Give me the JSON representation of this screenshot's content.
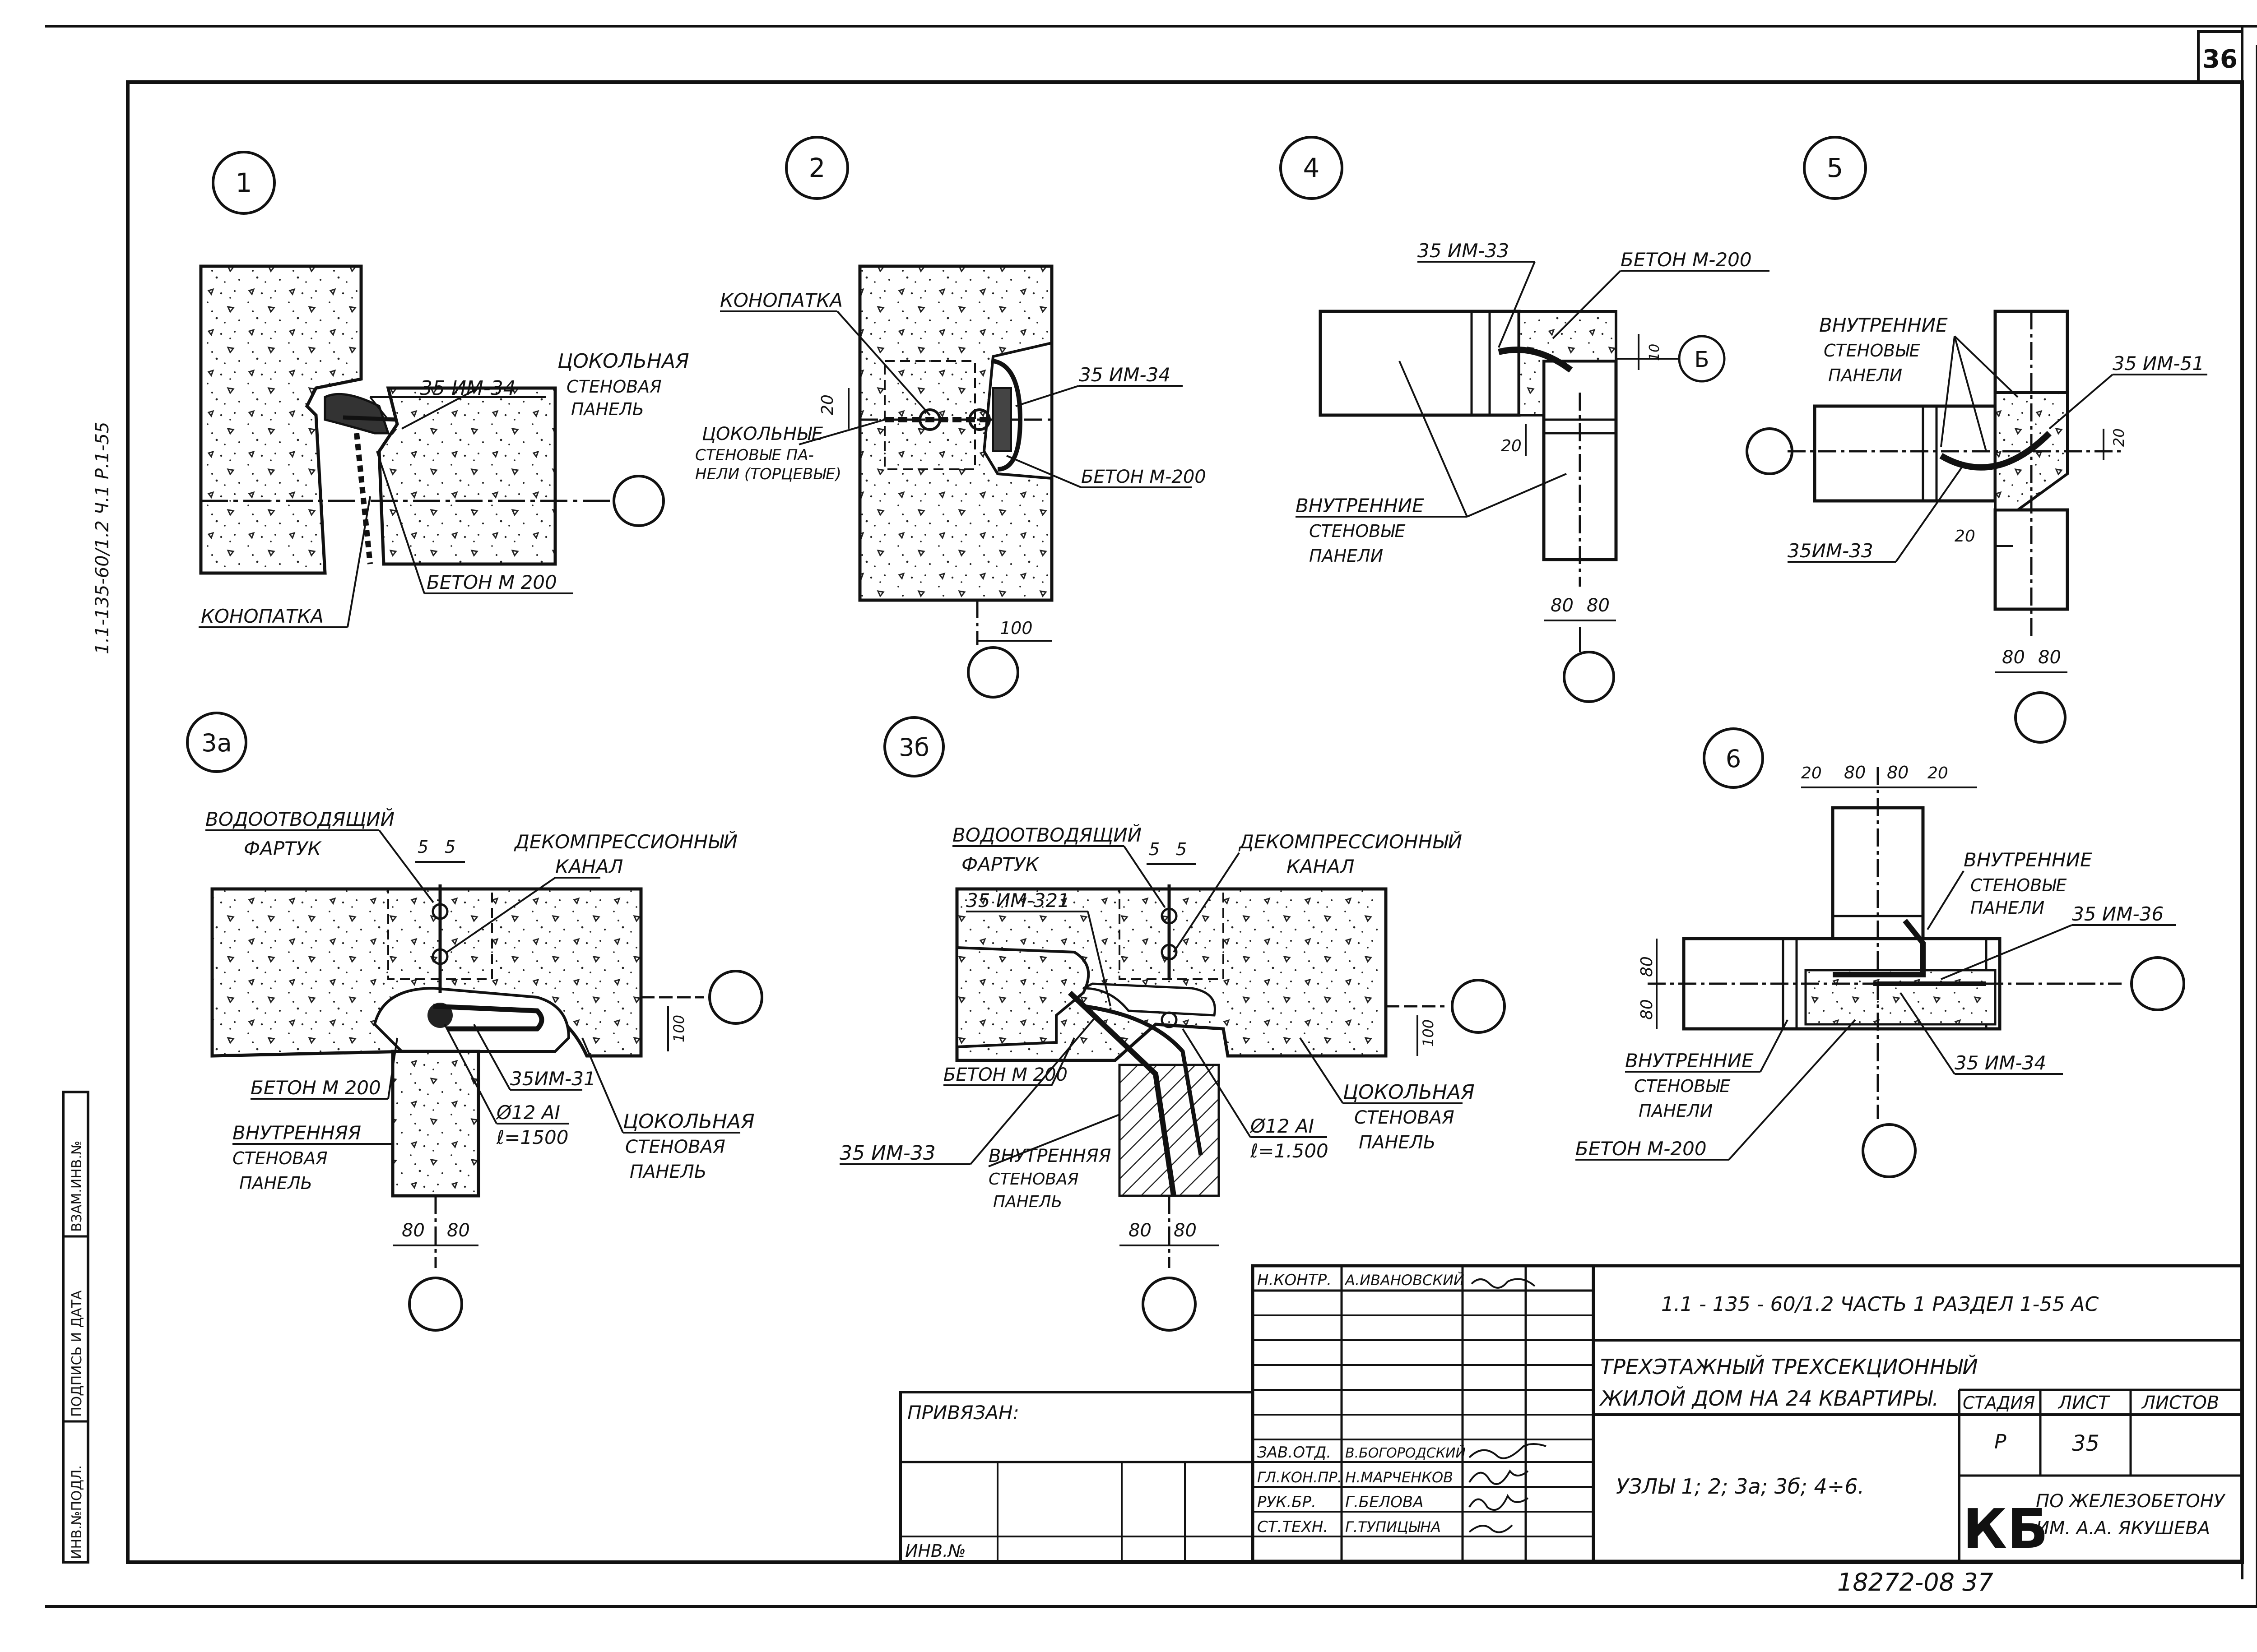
{
  "sheet_number": "36",
  "stamp_bottom": "18272-08 37",
  "side_code": "1.1-135-60/1.2   Ч.1   Р.1-55",
  "side_fields": [
    "ИНВ.№ПОДЛ.",
    "ПОДПИСЬ И ДАТА",
    "ВЗАМ.ИНВ.№"
  ],
  "nodes": {
    "n1": {
      "id": "1",
      "labels": {
        "bolt": "35 ИМ-34",
        "plinth": "ЦОКОЛЬНАЯ",
        "plinth2": "СТЕНОВАЯ",
        "plinth3": "ПАНЕЛЬ",
        "caulk": "КОНОПАТКА",
        "concrete": "БЕТОН М 200"
      }
    },
    "n2": {
      "id": "2",
      "labels": {
        "caulk": "КОНОПАТКА",
        "bolt": "35 ИМ-34",
        "plinth1": "ЦОКОЛЬНЫЕ",
        "plinth2": "СТЕНОВЫЕ ПА-",
        "plinth3": "НЕЛИ (ТОРЦЕВЫЕ)",
        "concrete": "БЕТОН М-200",
        "dim20": "20",
        "dim100": "100"
      }
    },
    "n4": {
      "id": "4",
      "labels": {
        "bolt": "35 ИМ-33",
        "concrete": "БЕТОН М-200",
        "inner1": "ВНУТРЕННИЕ",
        "inner2": "СТЕНОВЫЕ",
        "inner3": "ПАНЕЛИ",
        "callout": "Б",
        "d10": "10",
        "d20": "20",
        "d80a": "80",
        "d80b": "80"
      }
    },
    "n5": {
      "id": "5",
      "labels": {
        "inner1": "ВНУТРЕННИЕ",
        "inner2": "СТЕНОВЫЕ",
        "inner3": "ПАНЕЛИ",
        "bolt51": "35 ИМ-51",
        "bolt33": "35ИМ-33",
        "d20a": "20",
        "d20b": "20",
        "d80a": "80",
        "d80b": "80"
      }
    },
    "n3a": {
      "id": "3а",
      "labels": {
        "apron1": "ВОДООТВОДЯЩИЙ",
        "apron2": "ФАРТУК",
        "decomp1": "ДЕКОМПРЕССИОННЫЙ",
        "decomp2": "КАНАЛ",
        "concrete": "БЕТОН М 200",
        "bolt": "35ИМ-31",
        "rod1": "Ø12 АI",
        "rod2": "ℓ=1500",
        "plinth1": "ЦОКОЛЬНАЯ",
        "plinth2": "СТЕНОВАЯ",
        "plinth3": "ПАНЕЛЬ",
        "inner1": "ВНУТРЕННЯЯ",
        "inner2": "СТЕНОВАЯ",
        "inner3": "ПАНЕЛЬ",
        "d5a": "5",
        "d5b": "5",
        "d100": "100",
        "d80a": "80",
        "d80b": "80"
      }
    },
    "n3b": {
      "id": "3б",
      "labels": {
        "apron1": "ВОДООТВОДЯЩИЙ",
        "apron2": "ФАРТУК",
        "decomp1": "ДЕКОМПРЕССИОННЫЙ",
        "decomp2": "КАНАЛ",
        "bolt321": "35 ИМ-321",
        "concrete": "БЕТОН М 200",
        "bolt33": "35 ИМ-33",
        "inner1": "ВНУТРЕННЯЯ",
        "inner2": "СТЕНОВАЯ",
        "inner3": "ПАНЕЛЬ",
        "rod1": "Ø12 АI",
        "rod2": "ℓ=1.500",
        "plinth1": "ЦОКОЛЬНАЯ",
        "plinth2": "СТЕНОВАЯ",
        "plinth3": "ПАНЕЛЬ",
        "d5a": "5",
        "d5b": "5",
        "d100": "100",
        "d80a": "80",
        "d80b": "80"
      }
    },
    "n6": {
      "id": "6",
      "labels": {
        "inner_top1": "ВНУТРЕННИЕ",
        "inner_top2": "СТЕНОВЫЕ",
        "inner_top3": "ПАНЕЛИ",
        "bolt36": "35 ИМ-36",
        "inner_bot1": "ВНУТРЕННИЕ",
        "inner_bot2": "СТЕНОВЫЕ",
        "inner_bot3": "ПАНЕЛИ",
        "bolt34": "35 ИМ-34",
        "concrete": "БЕТОН М-200",
        "d20a": "20",
        "d80a": "80",
        "d80b": "80",
        "d20b": "20",
        "v80a": "80",
        "v80b": "80"
      }
    }
  },
  "title_block": {
    "privyazan": "ПРИВЯЗАН:",
    "inv": "ИНВ.№",
    "roles": [
      "Н.КОНТР.",
      "ЗАВ.ОТД.",
      "ГЛ.КОН.ПР.",
      "РУК.БР.",
      "СТ.ТЕХН."
    ],
    "names": [
      "А.ИВАНОВСКИЙ",
      "В.БОГОРОДСКИЙ",
      "Н.МАРЧЕНКОВ",
      "Г.БЕЛОВА",
      "Г.ТУПИЦЫНА"
    ],
    "code": "1.1 - 135 - 60/1.2  ЧАСТЬ 1  РАЗДЕЛ 1-55 АС",
    "title_line1": "ТРЕХЭТАЖНЫЙ ТРЕХСЕКЦИОННЫЙ",
    "title_line2": "ЖИЛОЙ ДОМ НА 24 КВАРТИРЫ.",
    "subtitle": "УЗЛЫ 1; 2; 3а; 3б; 4÷6.",
    "stage_h": "СТАДИЯ",
    "sheet_h": "ЛИСТ",
    "sheets_h": "ЛИСТОВ",
    "stage": "Р",
    "sheet": "35",
    "org_logo": "КБ",
    "org1": "ПО ЖЕЛЕЗОБЕТОНУ",
    "org2": "ИМ. А.А. ЯКУШЕВА"
  }
}
